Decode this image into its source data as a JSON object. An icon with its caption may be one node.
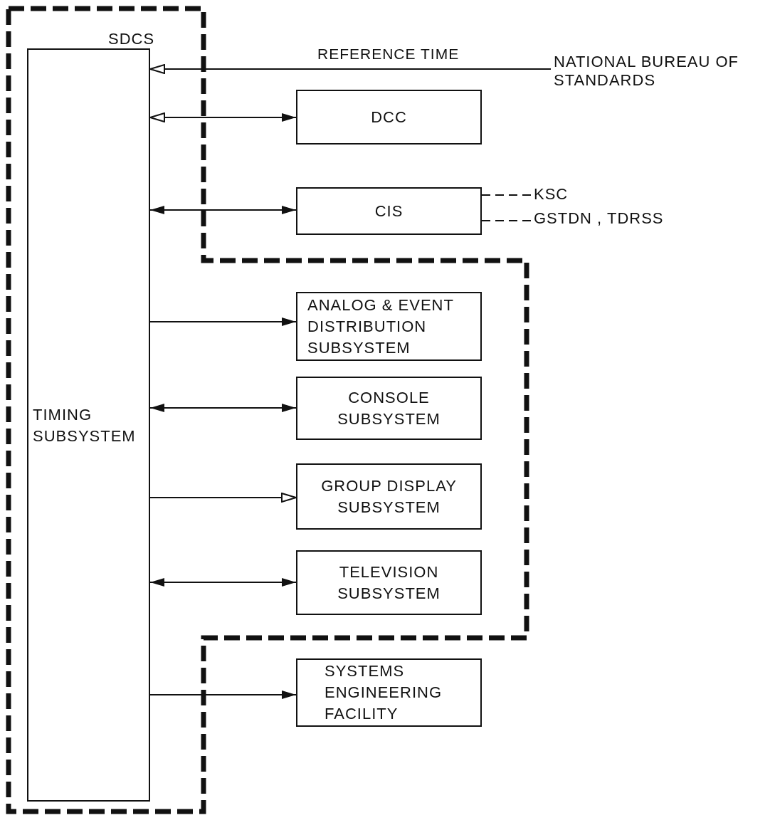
{
  "diagram": {
    "nodes": [
      {
        "text": [
          "SDCS"
        ]
      },
      {
        "text": [
          "TIMING SUBSYSTEM"
        ],
        "in": 0
      },
      {
        "text": [
          "NATIONAL BUREAU OF STANDARDS"
        ]
      },
      {
        "text": [
          "DCC"
        ],
        "in": 0
      },
      {
        "text": [
          "CIS"
        ],
        "in": 0
      },
      {
        "text": [
          "KSC"
        ]
      },
      {
        "text": [
          "GSTDN , TDRSS"
        ]
      },
      {
        "text": [
          "ANALOG & EVENT DISTRIBUTION SUBSYSTEM"
        ],
        "in": 0
      },
      {
        "text": [
          "CONSOLE SUBSYSTEM"
        ],
        "in": 0
      },
      {
        "text": [
          "GROUP DISPLAY SUBSYSTEM"
        ],
        "in": 0
      },
      {
        "text": [
          "TELEVISION SUBSYSTEM"
        ],
        "in": 0
      },
      {
        "text": [
          "SYSTEMS ENGINEERING FACILITY"
        ]
      }
    ],
    "edges": [
      {
        "from": 2,
        "to": 1,
        "arrow": "to",
        "label": "REFERENCE TIME"
      },
      {
        "from": 1,
        "to": 3,
        "arrow": "both"
      },
      {
        "from": 1,
        "to": 4,
        "arrow": "both"
      },
      {
        "from": 4,
        "to": 5,
        "arrow": "none",
        "style": "dashed"
      },
      {
        "from": 4,
        "to": 6,
        "arrow": "none",
        "style": "dashed"
      },
      {
        "from": 1,
        "to": 7,
        "arrow": "to"
      },
      {
        "from": 1,
        "to": 8,
        "arrow": "both"
      },
      {
        "from": 1,
        "to": 9,
        "arrow": "to"
      },
      {
        "from": 1,
        "to": 10,
        "arrow": "both"
      },
      {
        "from": 1,
        "to": 11,
        "arrow": "to"
      }
    ]
  }
}
